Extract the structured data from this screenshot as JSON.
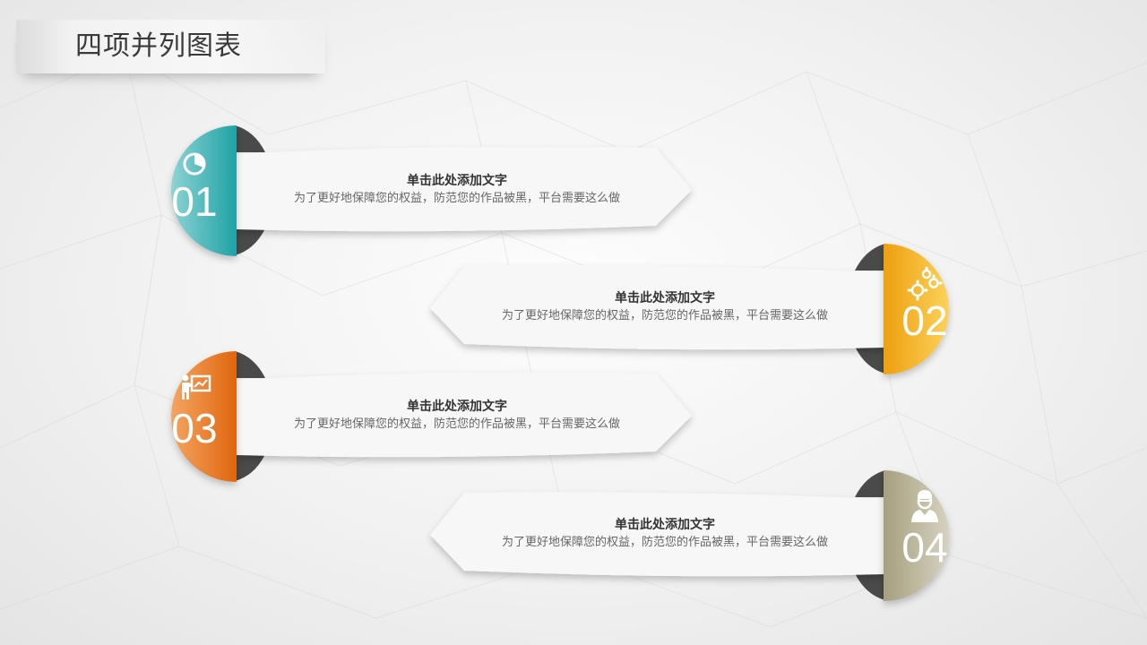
{
  "page": {
    "title": "四项并列图表"
  },
  "items": [
    {
      "number": "01",
      "heading": "单击此处添加文字",
      "desc": "为了更好地保障您的权益，防范您的作品被黑，平台需要这么做",
      "color": "#36b3b6",
      "icon": "pie-chart-icon"
    },
    {
      "number": "02",
      "heading": "单击此处添加文字",
      "desc": "为了更好地保障您的权益，防范您的作品被黑，平台需要这么做",
      "color": "#f2b51c",
      "icon": "gears-icon"
    },
    {
      "number": "03",
      "heading": "单击此处添加文字",
      "desc": "为了更好地保障您的权益，防范您的作品被黑，平台需要这么做",
      "color": "#e8761e",
      "icon": "presenter-icon"
    },
    {
      "number": "04",
      "heading": "单击此处添加文字",
      "desc": "为了更好地保障您的权益，防范您的作品被黑，平台需要这么做",
      "color": "#aca68a",
      "icon": "person-icon"
    }
  ]
}
